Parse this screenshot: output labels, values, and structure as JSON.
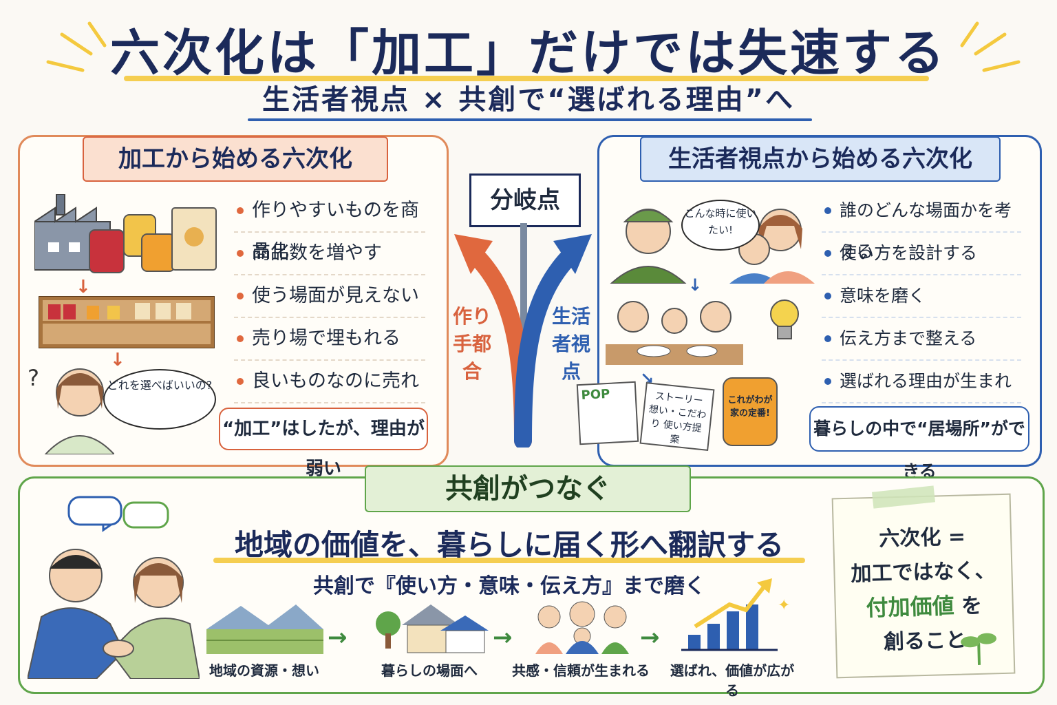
{
  "title": "六次化は「加工」だけでは失速する",
  "subtitle": "生活者視点 × 共創で“選ばれる理由”へ",
  "left": {
    "heading": "加工から始める六次化",
    "bullets": [
      "作りやすいものを商品化",
      "商品数を増やす",
      "使う場面が見えない",
      "売り場で埋もれる",
      "良いものなのに売れない"
    ],
    "bubble": "どれを選べばいいの?",
    "callout": "“加工”はしたが、理由が弱い"
  },
  "center": {
    "signpost": "分岐点",
    "left_path": "作り手都合",
    "right_path": "生活者視点"
  },
  "right": {
    "heading": "生活者視点から始める六次化",
    "bullets": [
      "誰のどんな場面かを考える",
      "使い方を設計する",
      "意味を磨く",
      "伝え方まで整える",
      "選ばれる理由が生まれる"
    ],
    "bubble": "こんな時に使いたい!",
    "pop": "POP",
    "tag": "ストーリー 想い・こだわり 使い方提案",
    "jar_label": "これがわが家の定番!",
    "callout": "暮らしの中で“居場所”ができる"
  },
  "bottom": {
    "heading": "共創がつなぐ",
    "main": "地域の価値を、暮らしに届く形へ翻訳する",
    "sub": "共創で『使い方・意味・伝え方』まで磨く",
    "steps": [
      "地域の資源・想い",
      "暮らしの場面へ",
      "共感・信頼が生まれる",
      "選ばれ、価値が広がる"
    ],
    "note": {
      "line1": "六次化 =",
      "line2": "加工ではなく、",
      "line3": "付加価値",
      "line3b": "を",
      "line4": "創ること"
    }
  },
  "colors": {
    "navy": "#1b2a5a",
    "orange": "#e0683e",
    "blue": "#2e5fb0",
    "green": "#5fa54a",
    "yellow": "#f4c93e"
  }
}
